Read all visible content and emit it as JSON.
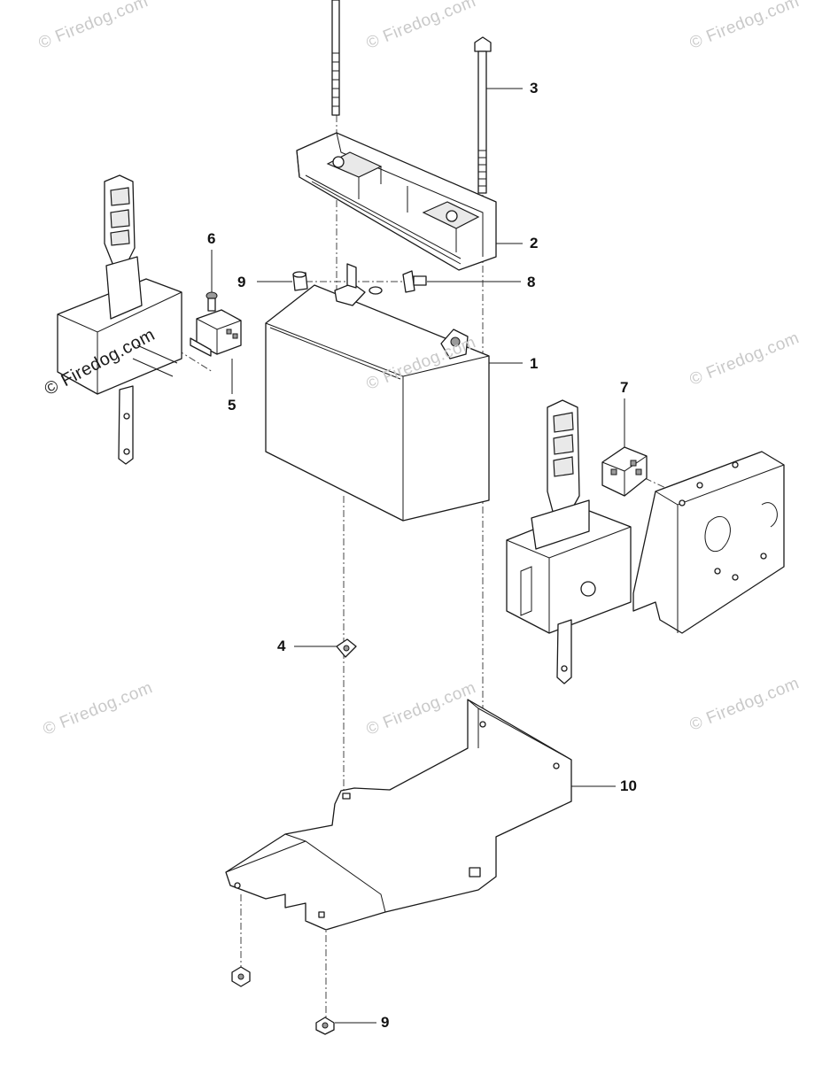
{
  "watermark": {
    "text": "© Firedog.com",
    "highlighted_text": "© Firedog.com"
  },
  "callouts": [
    {
      "id": "c3",
      "label": "3"
    },
    {
      "id": "c2",
      "label": "2"
    },
    {
      "id": "c6",
      "label": "6"
    },
    {
      "id": "c9a",
      "label": "9"
    },
    {
      "id": "c8",
      "label": "8"
    },
    {
      "id": "c1",
      "label": "1"
    },
    {
      "id": "c5",
      "label": "5"
    },
    {
      "id": "c7",
      "label": "7"
    },
    {
      "id": "c4",
      "label": "4"
    },
    {
      "id": "c10",
      "label": "10"
    },
    {
      "id": "c9b",
      "label": "9"
    }
  ]
}
